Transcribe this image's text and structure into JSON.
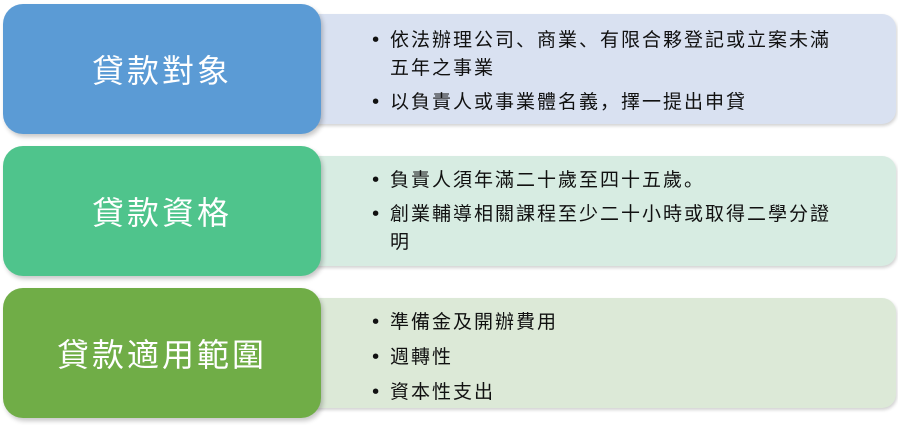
{
  "rows": [
    {
      "title": "貸款對象",
      "items": [
        "依法辦理公司、商業、有限合夥登記或立案未滿五年之事業",
        "以負責人或事業體名義，擇一提出申貸"
      ]
    },
    {
      "title": "貸款資格",
      "items": [
        "負責人須年滿二十歲至四十五歲。",
        "創業輔導相關課程至少二十小時或取得二學分證明"
      ]
    },
    {
      "title": "貸款適用範圍",
      "items": [
        "準備金及開辦費用",
        "週轉性",
        "資本性支出"
      ]
    }
  ],
  "colors": {
    "box_1": "#5b9bd5",
    "box_2": "#4fc48c",
    "box_3": "#70ad47",
    "panel_1": "#d9e1f1",
    "panel_2": "#d7ece2",
    "panel_3": "#dce9d7"
  }
}
